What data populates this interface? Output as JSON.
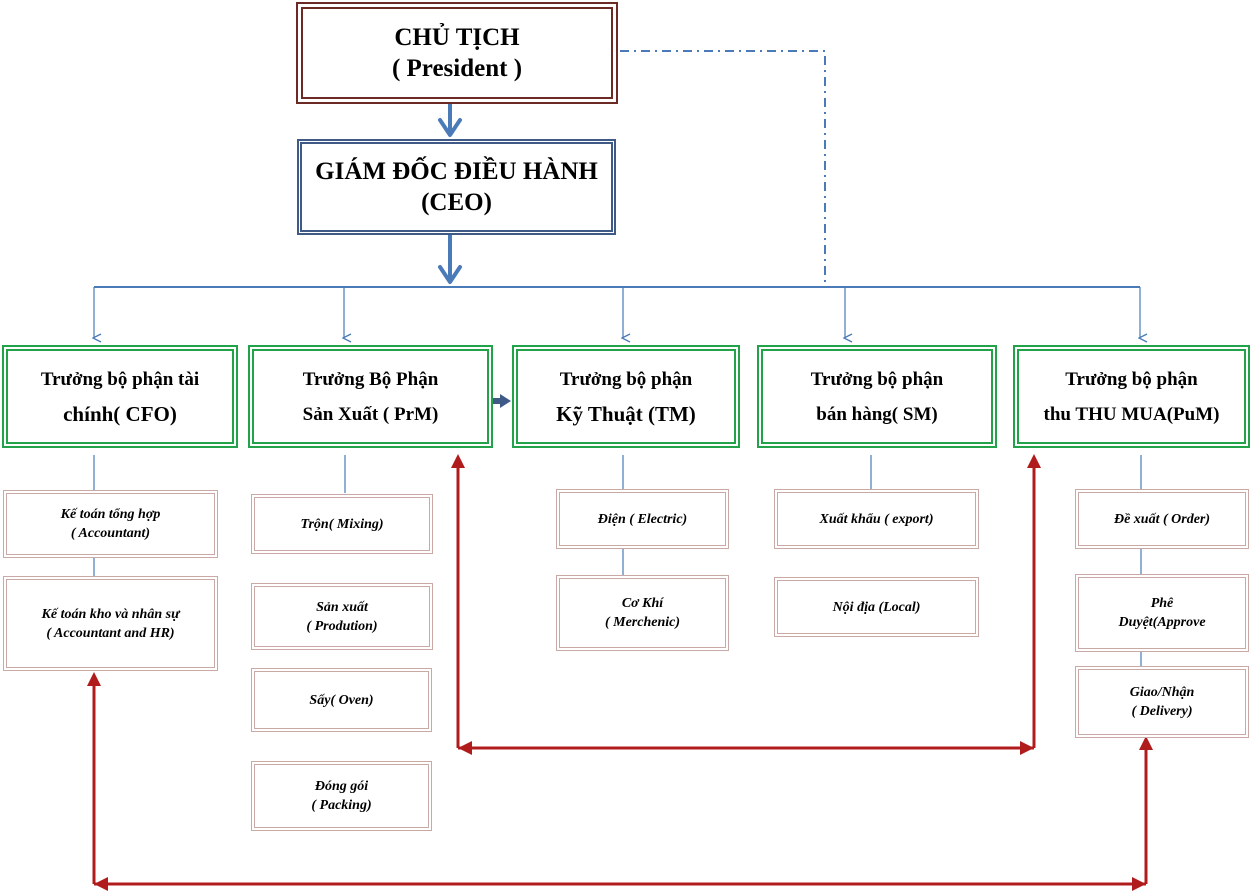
{
  "president": {
    "line1": "CHỦ TỊCH",
    "line2": "( President )"
  },
  "ceo": {
    "line1": "GIÁM ĐỐC ĐIỀU HÀNH",
    "line2": "(CEO)"
  },
  "heads": [
    {
      "line1": "Trưởng bộ phận tài",
      "line2": "chính( CFO)"
    },
    {
      "line1": "Trưởng Bộ Phận",
      "line2": "Sản Xuất ( PrM)"
    },
    {
      "line1": "Trưởng bộ phận",
      "line2": "Kỹ Thuật (TM)"
    },
    {
      "line1": "Trưởng bộ phận",
      "line2": "bán hàng( SM)"
    },
    {
      "line1": "Trưởng bộ phận",
      "line2": "thu THU MUA(PuM)"
    }
  ],
  "subs": {
    "finance": [
      {
        "line1": "Kế toán tổng hợp",
        "line2": "( Accountant)"
      },
      {
        "line1": "Kế toán kho và nhân sự",
        "line2": "( Accountant and HR)"
      }
    ],
    "production": [
      {
        "line1": "Trộn( Mixing)",
        "line2": ""
      },
      {
        "line1": "Sản xuất",
        "line2": "( Prodution)"
      },
      {
        "line1": "Sấy( Oven)",
        "line2": ""
      },
      {
        "line1": "Đóng gói",
        "line2": "( Packing)"
      }
    ],
    "technical": [
      {
        "line1": "Điện ( Electric)",
        "line2": ""
      },
      {
        "line1": "Cơ Khí",
        "line2": "( Merchenic)"
      }
    ],
    "sales": [
      {
        "line1": "Xuất khẩu ( export)",
        "line2": ""
      },
      {
        "line1": "Nội địa (Local)",
        "line2": ""
      }
    ],
    "purchasing": [
      {
        "line1": "Đề xuất ( Order)",
        "line2": ""
      },
      {
        "line1": "Phê",
        "line2": "Duyệt(Approve"
      },
      {
        "line1": "Giao/Nhận",
        "line2": "( Delivery)"
      }
    ]
  },
  "colors": {
    "president_border": "#6b2a24",
    "ceo_border": "#3f5a86",
    "head_border": "#22a34a",
    "sub_border": "#c9a9a5",
    "connector": "#4a7ab8",
    "link_arrow": "#b01c1c"
  }
}
